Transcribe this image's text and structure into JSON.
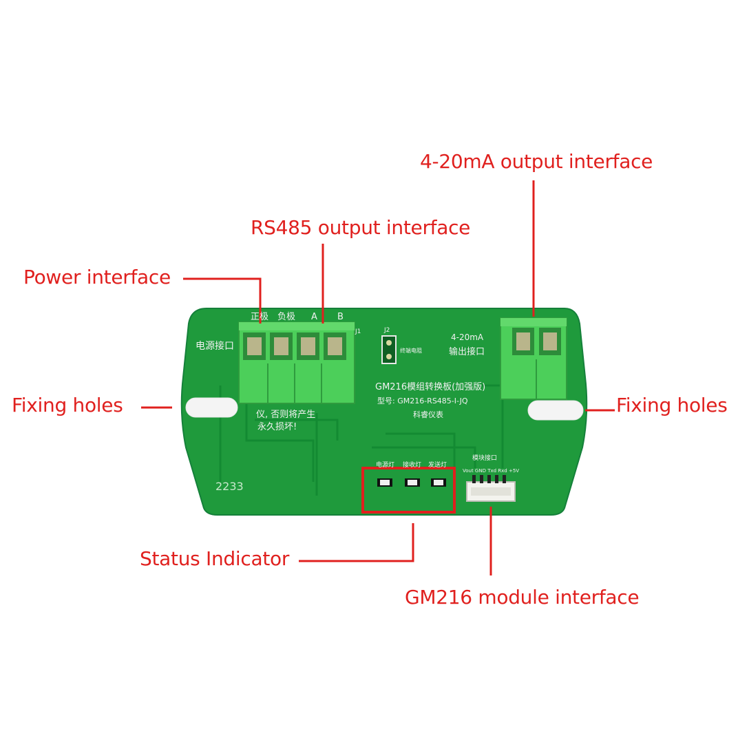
{
  "colors": {
    "callout": "#e0201e",
    "pcb": "#1f9a3c",
    "pcb_trace": "#138a32",
    "terminal": "#4ccf5a",
    "silkscreen": "#f2f2f2"
  },
  "callouts": {
    "current_output": "4-20mA output interface",
    "rs485_output": "RS485 output interface",
    "power": "Power interface",
    "fixing_left": "Fixing holes",
    "fixing_right": "Fixing holes",
    "status": "Status Indicator",
    "module": "GM216 module interface"
  },
  "board": {
    "title": "GM216模组转换板(加强版)",
    "model": "型号: GM216-RS485-I-JQ",
    "maker": "科睿仪表",
    "label_positive": "正极",
    "label_negative": "负极",
    "label_a": "A",
    "label_b": "B",
    "label_power_in": "电源接口",
    "label_420": "4-20mA",
    "label_420_out": "输出接口",
    "label_j2": "J2",
    "label_j1": "J1",
    "label_resistor": "终端电阻",
    "label_warning_1": "仪, 否则将产生",
    "label_warning_2": "永久损坏!",
    "label_led_power": "电源灯",
    "label_led_rx": "接收灯",
    "label_led_tx": "发送灯",
    "label_module_if": "模块接口",
    "label_pins": "Vout GND Txd Rxd +5V",
    "label_number": "2233"
  }
}
